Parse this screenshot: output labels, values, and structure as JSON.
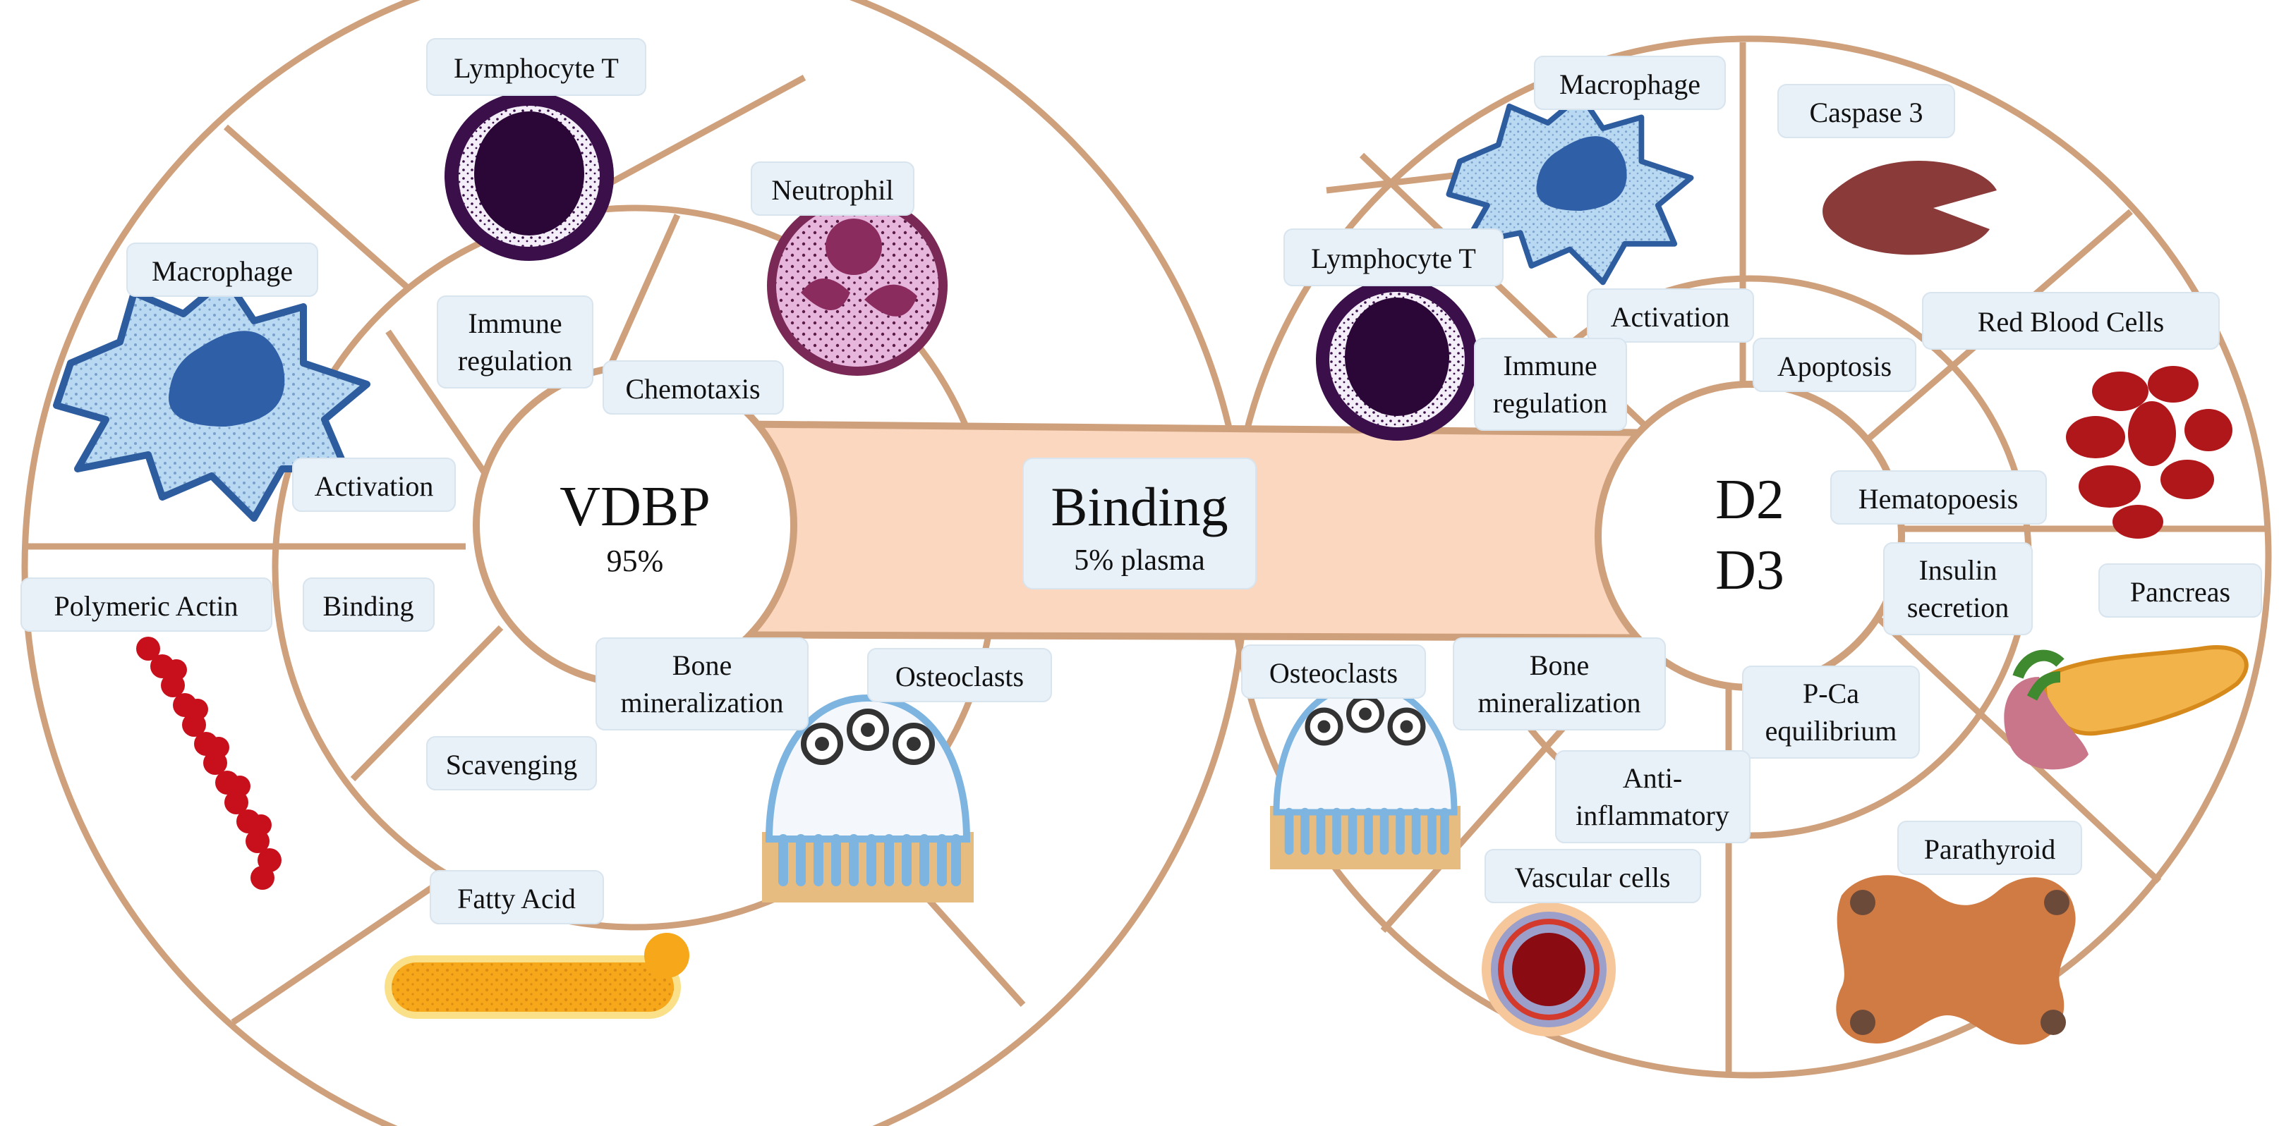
{
  "colors": {
    "ring": "#cfa07c",
    "band": "#fbd7bf",
    "label_bg": "#e8f1f8",
    "macrophage": "#b9d9f2",
    "macrophage_edge": "#2e5d9f",
    "lymphocyte": "#3a0f4a",
    "neutrophil": "#e7b6dd",
    "neutrophil_nucleus": "#8a2c5e",
    "caspase": "#8b3a3a",
    "rbc": "#b0171a",
    "actin": "#c8101d",
    "fatty_acid": "#f6a81a",
    "osteoclast": "#7db4e0",
    "osteoclast_base": "#e6bc80",
    "pancreas": "#f2b44a",
    "parathyroid": "#d07b43",
    "vascular_outer": "#f6c79b",
    "vascular_mid": "#9b9fc9",
    "vascular_core": "#8b0b12"
  },
  "icons": [
    "macrophage-icon",
    "lymphocyte-t-icon",
    "neutrophil-icon",
    "caspase-3-icon",
    "red-blood-cells-icon",
    "polymeric-actin-icon",
    "fatty-acid-icon",
    "osteoclasts-icon",
    "pancreas-icon",
    "parathyroid-icon",
    "vascular-cells-icon"
  ],
  "center": {
    "title": "Binding",
    "subtitle": "5% plasma"
  },
  "left": {
    "hub_title": "VDBP",
    "hub_subtitle": "95%",
    "functions": {
      "immune_regulation": [
        "Immune",
        "regulation"
      ],
      "chemotaxis": "Chemotaxis",
      "activation": "Activation",
      "binding": "Binding",
      "scavenging": "Scavenging",
      "bone_mineralization": [
        "Bone",
        "mineralization"
      ]
    },
    "targets": {
      "lymphocyte_t": "Lymphocyte T",
      "neutrophil": "Neutrophil",
      "macrophage": "Macrophage",
      "polymeric_actin": "Polymeric Actin",
      "fatty_acid": "Fatty Acid",
      "osteoclasts": "Osteoclasts"
    }
  },
  "right": {
    "hub_line1": "D2",
    "hub_line2": "D3",
    "functions": {
      "activation": "Activation",
      "immune_regulation": [
        "Immune",
        "regulation"
      ],
      "apoptosis": "Apoptosis",
      "hematopoesis": "Hematopoesis",
      "insulin_secretion": [
        "Insulin",
        "secretion"
      ],
      "p_ca_equilibrium": [
        "P-Ca",
        "equilibrium"
      ],
      "anti_inflammatory": [
        "Anti-",
        "inflammatory"
      ],
      "bone_mineralization": [
        "Bone",
        "mineralization"
      ]
    },
    "targets": {
      "macrophage": "Macrophage",
      "caspase_3": "Caspase 3",
      "lymphocyte_t": "Lymphocyte T",
      "red_blood_cells": "Red Blood Cells",
      "pancreas": "Pancreas",
      "parathyroid": "Parathyroid",
      "vascular_cells": "Vascular cells",
      "osteoclasts": "Osteoclasts"
    }
  }
}
